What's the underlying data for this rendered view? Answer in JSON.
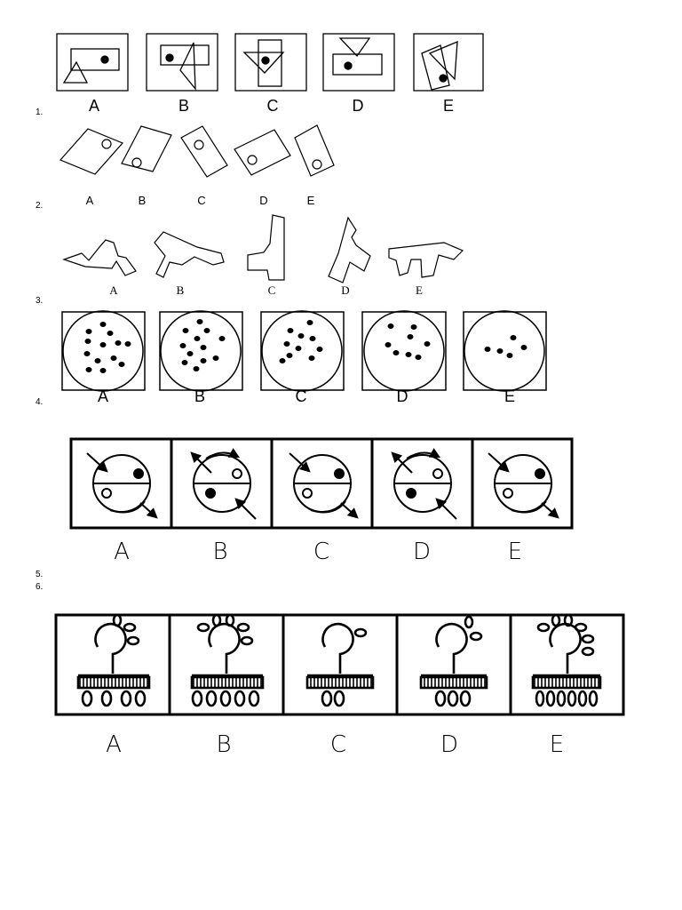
{
  "question_numbers": [
    "1.",
    "2.",
    "3.",
    "4.",
    "5.",
    "6."
  ],
  "rows": [
    {
      "id": "triangle-rectangle-row",
      "options": [
        "A",
        "B",
        "C",
        "D",
        "E"
      ]
    },
    {
      "id": "tilted-card-row",
      "options": [
        "A",
        "B",
        "C",
        "D",
        "E"
      ]
    },
    {
      "id": "polygon-shape-row",
      "options": [
        "A",
        "B",
        "C",
        "D",
        "E"
      ]
    },
    {
      "id": "dots-in-circle-row",
      "options": [
        "A",
        "B",
        "C",
        "D",
        "E"
      ]
    },
    {
      "id": "arrow-circle-row",
      "options": [
        "A",
        "B",
        "C",
        "D",
        "E"
      ]
    },
    {
      "id": "flower-plant-row",
      "options": [
        "A",
        "B",
        "C",
        "D",
        "E"
      ]
    }
  ]
}
